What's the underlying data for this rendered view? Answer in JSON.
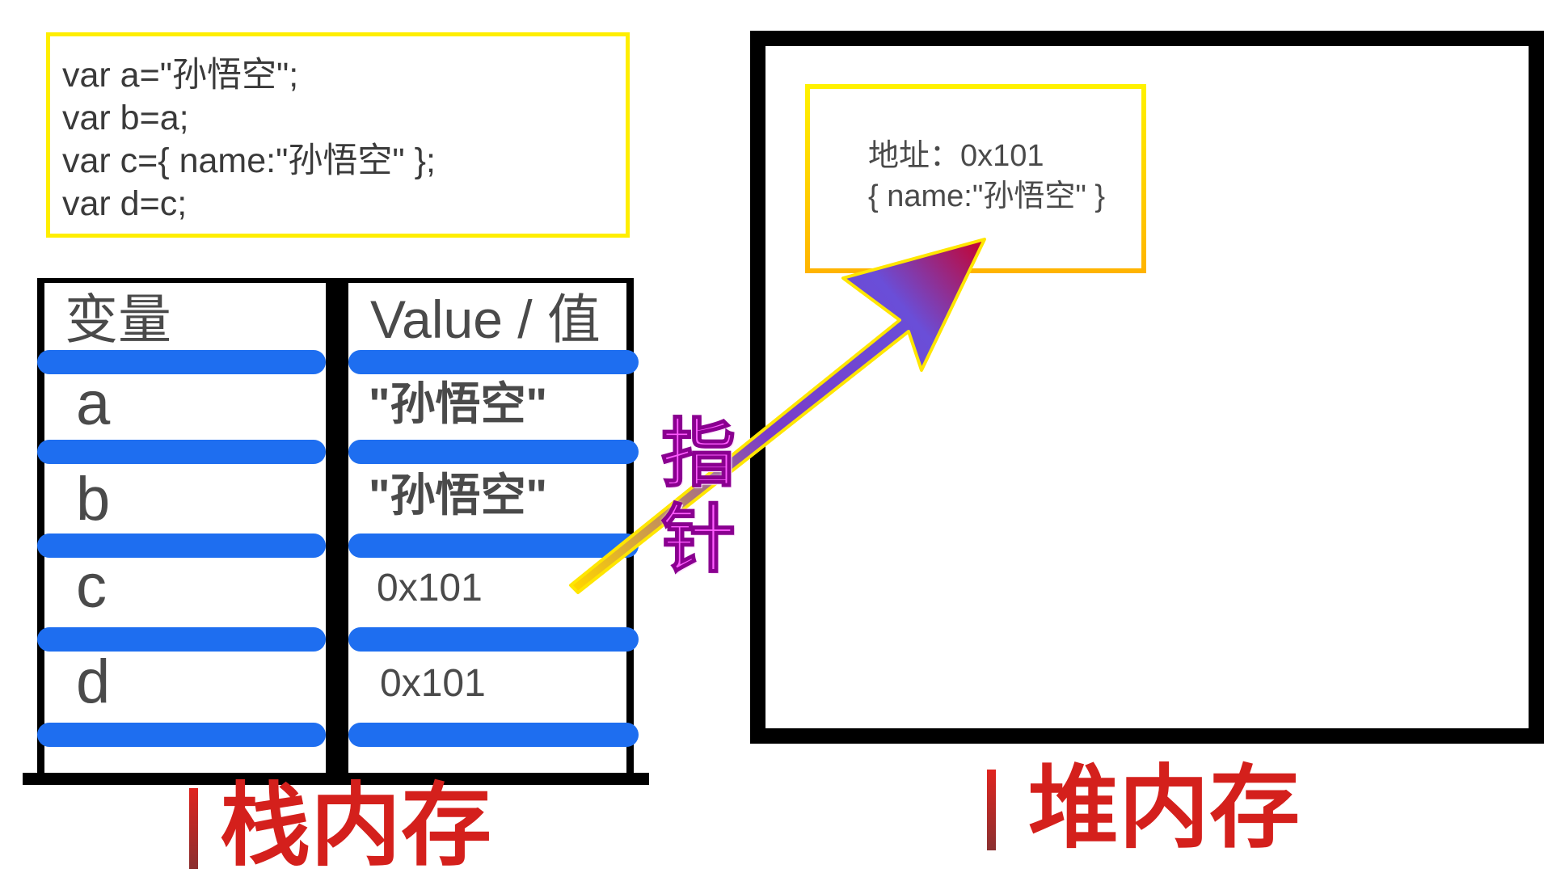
{
  "code": {
    "lines": [
      "var a=\"孙悟空\";",
      "var b=a;",
      "var c={ name:\"孙悟空\" };",
      "var d=c;"
    ]
  },
  "stack": {
    "header": {
      "variable": "变量",
      "value": "Value / 值"
    },
    "rows": [
      {
        "var": "a",
        "value": "\"孙悟空\""
      },
      {
        "var": "b",
        "value": "\"孙悟空\""
      },
      {
        "var": "c",
        "value": "0x101"
      },
      {
        "var": "d",
        "value": "0x101"
      }
    ],
    "label": "栈内存"
  },
  "heap": {
    "object": {
      "address_line": "地址：0x101",
      "content_line": "{ name:\"孙悟空\" }"
    },
    "label": "堆内存"
  },
  "pointer": {
    "label_chars": [
      "指",
      "针"
    ]
  },
  "colors": {
    "code_border": "#ffee00",
    "row_divider": "#1e6ef0",
    "label_red": "#d4201c",
    "pointer_text": "#ff5cff",
    "arrow_start": "#ffd400",
    "arrow_end": "#c8002a"
  }
}
